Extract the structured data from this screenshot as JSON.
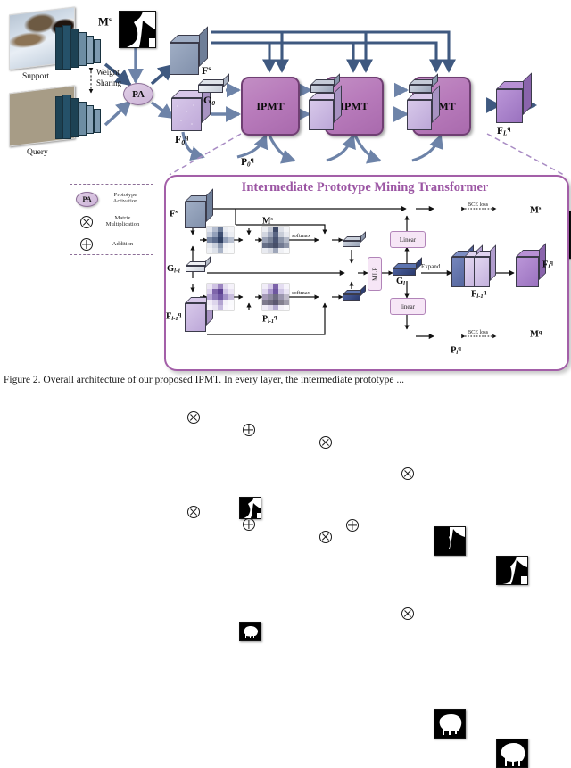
{
  "figure": {
    "caption": "Figure 2.  Overall architecture of our proposed IPMT. In every layer, the intermediate prototype ..."
  },
  "top_flow": {
    "support_label": "Support",
    "query_label": "Query",
    "weight_sharing_line1": "Weight",
    "weight_sharing_line2": "Sharing",
    "pa_label": "PA",
    "support_mask_label": "M",
    "support_mask_sup": "s",
    "support_feature_label": "F",
    "support_feature_sup": "s",
    "global_token_label": "G",
    "global_token_sub": "0",
    "query_feature_label": "F",
    "query_feature_sub": "0",
    "query_feature_sup": "q",
    "query_pred_label": "P",
    "query_pred_sub": "0",
    "query_pred_sup": "q",
    "final_feature_label": "F",
    "final_feature_sub": "L",
    "final_feature_sup": "q",
    "ipmt_blocks": [
      "IPMT",
      "IPMT",
      "IPMT"
    ]
  },
  "legend": {
    "pa_badge": "PA",
    "items": [
      {
        "icon": "pa-badge",
        "text_line1": "Prototype",
        "text_line2": "Activation"
      },
      {
        "icon": "matrix-multiplication-icon",
        "text_line1": "Matrix",
        "text_line2": "Multiplication"
      },
      {
        "icon": "addition-icon",
        "text_line1": "Addition",
        "text_line2": ""
      }
    ]
  },
  "panel": {
    "title": "Intermediate Prototype Mining Transformer",
    "inputs": {
      "support_feature": {
        "base": "F",
        "sup": "s",
        "sub": ""
      },
      "global_prev": {
        "base": "G",
        "sup": "",
        "sub": "l-1"
      },
      "query_feature_prev": {
        "base": "F",
        "sup": "q",
        "sub": "l-1"
      }
    },
    "masks": {
      "support_mask": {
        "base": "M",
        "sup": "s",
        "sub": ""
      },
      "query_prev_pred": {
        "base": "P",
        "sup": "q",
        "sub": "l-1"
      },
      "support_pred_gt": {
        "base": "M",
        "sup": "s",
        "sub": ""
      },
      "query_pred": {
        "base": "P",
        "sup": "q",
        "sub": "l"
      },
      "query_gt": {
        "base": "M",
        "sup": "q",
        "sub": ""
      }
    },
    "ops": {
      "softmax_top": "softmax",
      "softmax_bottom": "softmax",
      "mlp": "MLP",
      "linear_top": "Linear",
      "linear_bottom": "linear",
      "expand": "Expand",
      "bce_loss_top": "BCE loss",
      "bce_loss_bottom": "BCE loss"
    },
    "outputs": {
      "global_new": {
        "base": "G",
        "sup": "",
        "sub": "l"
      },
      "concat_feature": {
        "base": "F",
        "sup": "q",
        "sub": "l-1"
      },
      "query_feature_new": {
        "base": "F",
        "sup": "q",
        "sub": "l"
      }
    }
  },
  "colors": {
    "ipmt_fill": "#b87bbb",
    "panel_border": "#a35fa8",
    "title_text": "#9b55a3",
    "support_slab": "#8d9bb5",
    "query_slab": "#c6b2dd",
    "arrow_dark": "#3f5980",
    "arrow_mid": "#6d83a8",
    "dashed_purple": "#a98cc4",
    "conv_dark": "#1d4254",
    "conv_light": "#7f9bae"
  }
}
